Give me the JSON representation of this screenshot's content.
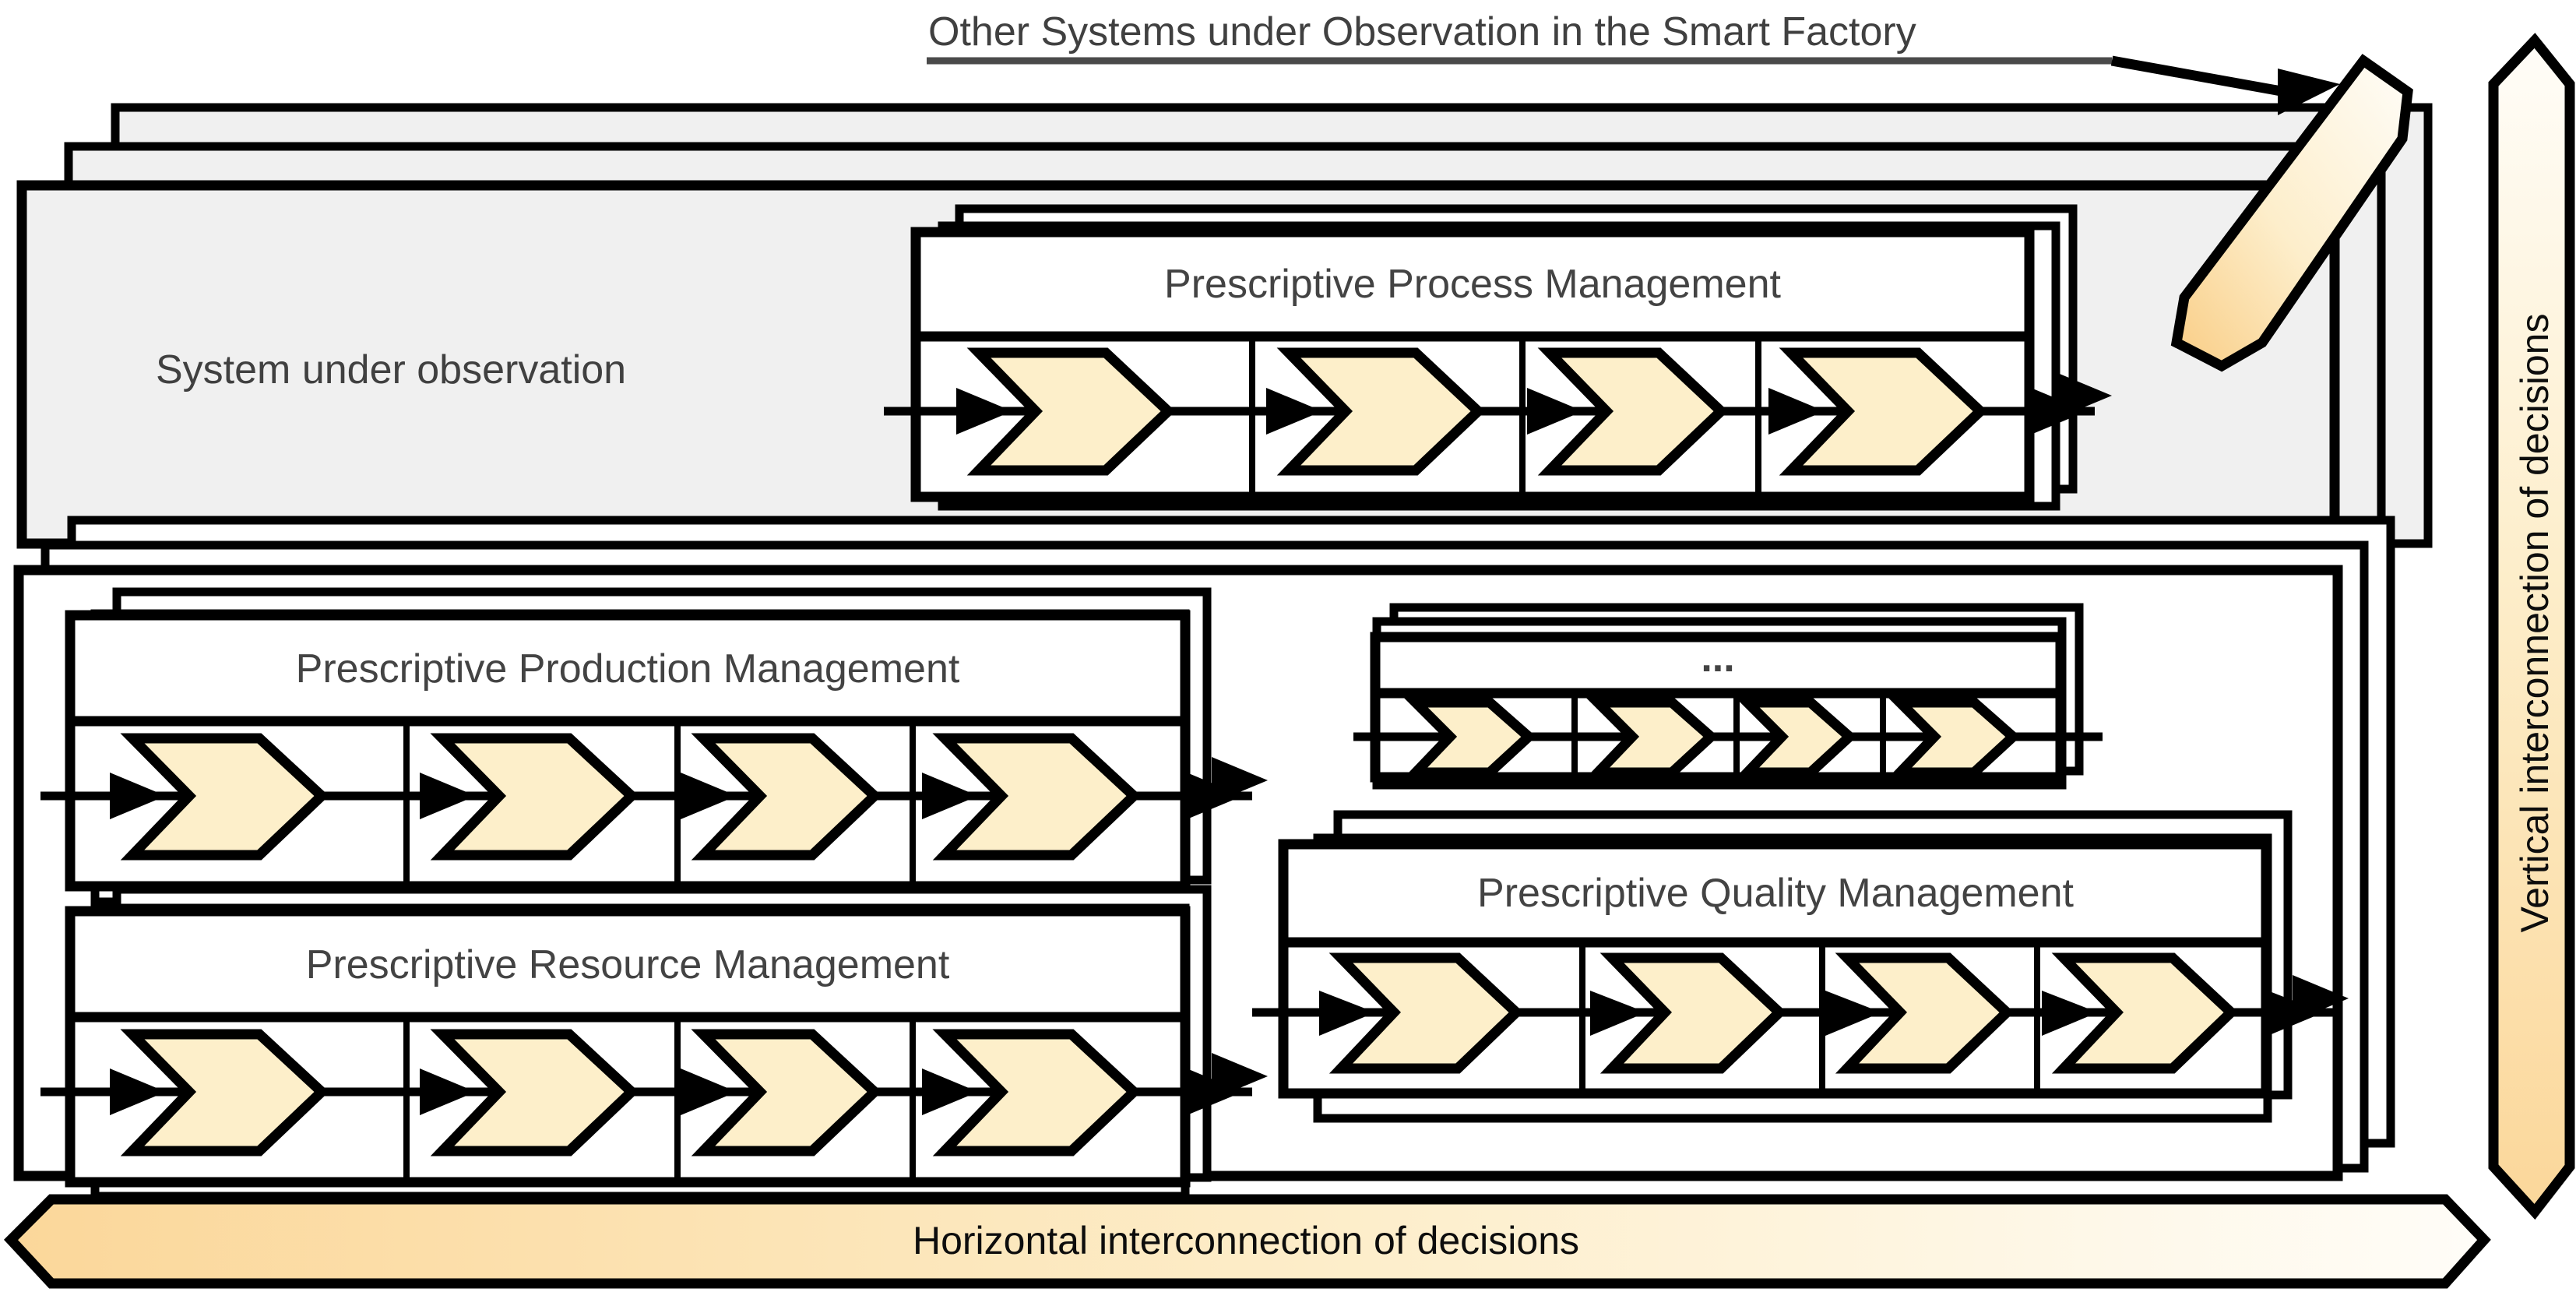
{
  "diagram": {
    "callout": {
      "text": "Other Systems under Observation in the Smart Factory",
      "arrow_name": "callout-arrow"
    },
    "system_box": {
      "label": "System under observation",
      "fill": "#f0f0f0",
      "stroke": "#000000",
      "stack_layers": 3
    },
    "modules": [
      {
        "id": "process",
        "title": "Prescriptive Process Management",
        "steps": 4,
        "stack_layers": 2
      },
      {
        "id": "production",
        "title": "Prescriptive Production Management",
        "steps": 4,
        "stack_layers": 2
      },
      {
        "id": "ellipsis",
        "title": "...",
        "steps": 4,
        "stack_layers": 2
      },
      {
        "id": "resource",
        "title": "Prescriptive Resource Management",
        "steps": 4,
        "stack_layers": 2
      },
      {
        "id": "quality",
        "title": "Prescriptive Quality Management",
        "steps": 4,
        "stack_layers": 3
      }
    ],
    "bands": {
      "horizontal": {
        "label": "Horizontal interconnection of decisions",
        "gradient_from": "#fbd79a",
        "gradient_to": "#fffdf8"
      },
      "vertical": {
        "label": "Vertical interconnection of decisions",
        "gradient_from": "#fffdf8",
        "gradient_to": "#fbd79a"
      }
    },
    "colors": {
      "chevron_fill": "#fdefca",
      "panel_fill": "#f0f0f0",
      "white_fill": "#ffffff",
      "line": "#000000",
      "text": "#434343"
    }
  }
}
